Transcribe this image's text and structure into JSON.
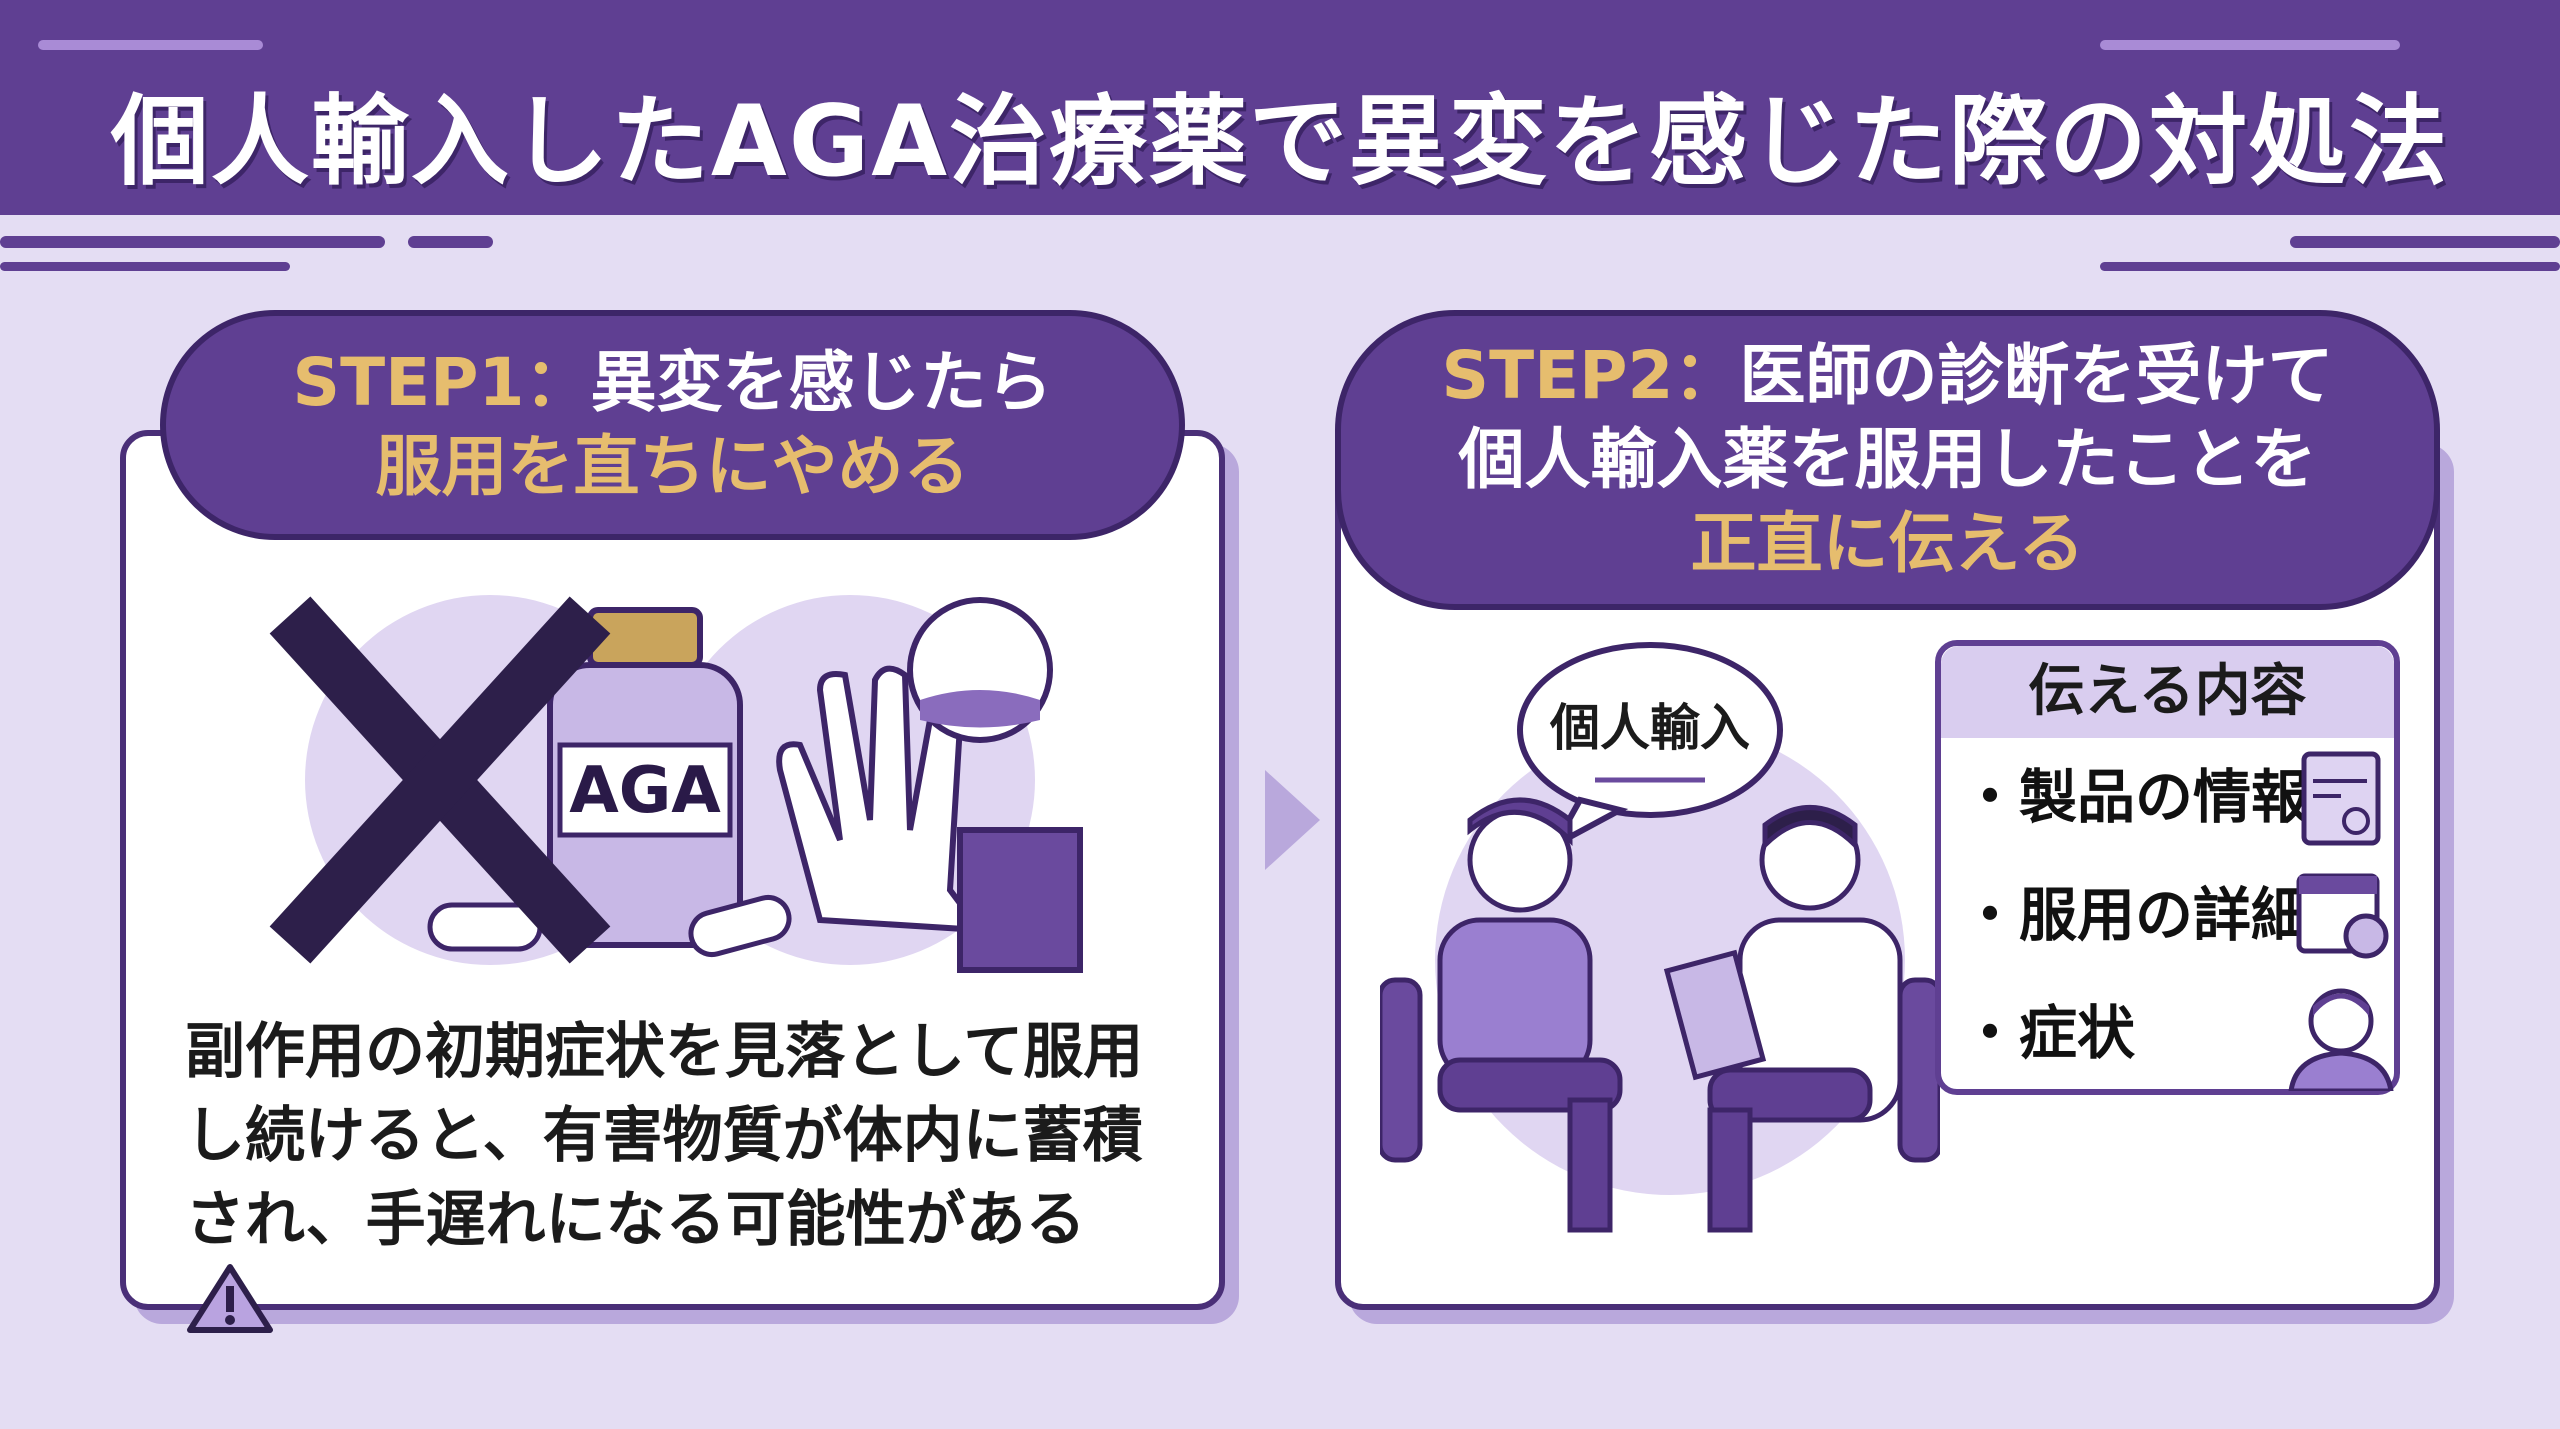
{
  "title": "個人輸入したAGA治療薬で異変を感じた際の対処法",
  "colors": {
    "primary": "#5f3f92",
    "accent_gold": "#e6bd6e",
    "background": "#e4ddf3"
  },
  "step1": {
    "label": "STEP1：",
    "heading_rest": "異変を感じたら",
    "heading_highlight": "服用を直ちにやめる",
    "bottle_label": "AGA",
    "body_lines": [
      "副作用の初期症状を見落として服用",
      "し続けると、有害物質が体内に蓄積",
      "され、手遅れになる可能性がある"
    ],
    "icons": [
      "cross-mark-icon",
      "pill-bottle-icon",
      "stop-hand-icon",
      "hair-follicle-icon",
      "warning-icon"
    ]
  },
  "step2": {
    "label": "STEP2：",
    "heading_rest": "医師の診断を受けて",
    "heading_line2": "個人輸入薬を服用したことを",
    "heading_highlight": "正直に伝える",
    "speech_bubble": "個人輸入",
    "info_box": {
      "title": "伝える内容",
      "items": [
        {
          "label": "・製品の情報",
          "icon": "document-icon"
        },
        {
          "label": "・服用の詳細",
          "icon": "calendar-clock-icon"
        },
        {
          "label": "・症状",
          "icon": "sick-person-icon"
        }
      ]
    }
  }
}
